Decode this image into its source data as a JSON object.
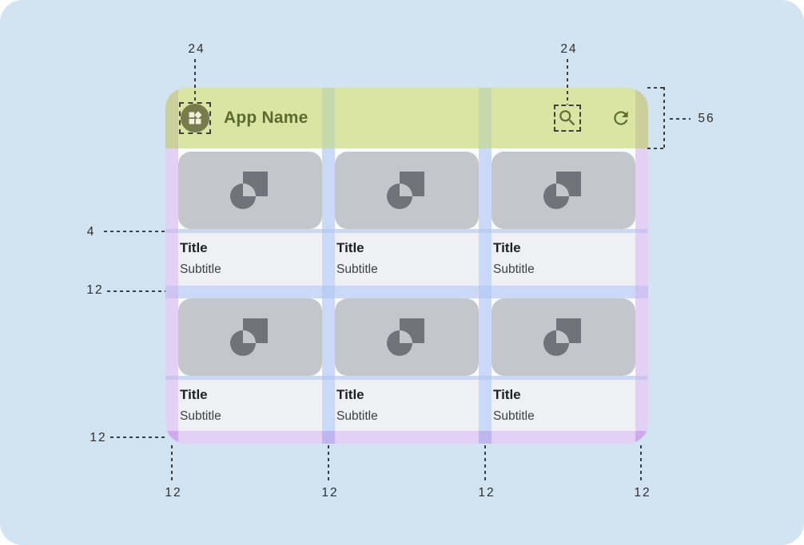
{
  "colors": {
    "page_bg": "#d2e3f1",
    "mockup_bg": "#fbfcfe",
    "appbar_green": "#dbe5a3",
    "margin_purple": "#e3d1f5",
    "gutter_blue": "#c9d9f7",
    "margin_on_appbar": "#cbd09b",
    "gutter_on_appbar": "#c5d9ab",
    "margin_x_strip": "#cdc4f1",
    "gutter_x_strip": "#b9cdf5",
    "margin_x_margin": "#cfaaea",
    "gutter_x_margin": "#beb6ef",
    "card_image_gray": "#c3c7cb",
    "card_icon_dark": "#70747a",
    "card_text_bg": "#eef0f3",
    "olive": "#5c6a31",
    "icon_circle": "#767c4b",
    "icon_glyph": "#eef2da",
    "title_text": "#202124",
    "subtitle_text": "#3c4146",
    "annotation": "#2e2e2e"
  },
  "appbar": {
    "title": "App Name",
    "leading_icon": "widgets-icon",
    "action_icons": [
      "search-icon",
      "refresh-icon"
    ]
  },
  "cards": [
    {
      "title": "Title",
      "subtitle": "Subtitle",
      "image_icon": "image-placeholder-icon"
    },
    {
      "title": "Title",
      "subtitle": "Subtitle",
      "image_icon": "image-placeholder-icon"
    },
    {
      "title": "Title",
      "subtitle": "Subtitle",
      "image_icon": "image-placeholder-icon"
    },
    {
      "title": "Title",
      "subtitle": "Subtitle",
      "image_icon": "image-placeholder-icon"
    },
    {
      "title": "Title",
      "subtitle": "Subtitle",
      "image_icon": "image-placeholder-icon"
    },
    {
      "title": "Title",
      "subtitle": "Subtitle",
      "image_icon": "image-placeholder-icon"
    }
  ],
  "annotations": {
    "leading_icon_size": "24",
    "search_icon_size": "24",
    "appbar_height": "56",
    "image_text_gap": "4",
    "row_gap": "12",
    "bottom_margin": "12",
    "bottom_edge_labels": [
      "12",
      "12",
      "12",
      "12"
    ]
  }
}
